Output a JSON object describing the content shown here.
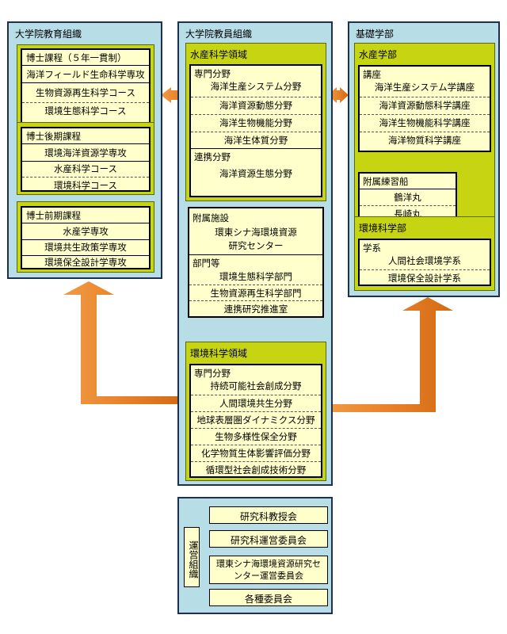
{
  "left": {
    "title": "大学院教育組織",
    "doctoral5": {
      "header": "博士課程（５年一貫制）",
      "major": "海洋フィールド生命科学専攻",
      "courses": [
        "生物資源再生科学コース",
        "環境生態科学コース"
      ]
    },
    "doctoral_late": {
      "header": "博士後期課程",
      "major": "環境海洋資源学専攻",
      "courses": [
        "水産科学コース",
        "環境科学コース"
      ]
    },
    "doctoral_early": {
      "header": "博士前期課程",
      "majors": [
        "水産学専攻",
        "環境共生政策学専攻",
        "環境保全設計学専攻"
      ]
    }
  },
  "center": {
    "title": "大学院教員組織",
    "fisheries": {
      "title": "水産科学領域",
      "specialty_label": "専門分野",
      "specialty_items": [
        "海洋生産システム分野",
        "海洋資源動態分野",
        "海洋生物機能分野",
        "海洋生体質分野"
      ],
      "collab_label": "連携分野",
      "collab_items": [
        "海洋資源生態分野"
      ]
    },
    "facilities": {
      "label": "附属施設",
      "center_name": "環東シナ海環境資源研究センター",
      "dept_label": "部門等",
      "dept_items": [
        "環境生態科学部門",
        "生物資源再生科学部門",
        "連携研究推進室"
      ]
    },
    "environment": {
      "title": "環境科学領域",
      "specialty_label": "専門分野",
      "specialty_items": [
        "持続可能社会創成分野",
        "人間環境共生分野",
        "地球表層圏ダイナミクス分野",
        "生物多様性保全分野",
        "化学物質生体影響評価分野",
        "循環型社会創成技術分野"
      ]
    }
  },
  "right": {
    "title": "基礎学部",
    "fisheries_faculty": {
      "title": "水産学部",
      "chair_label": "講座",
      "chairs": [
        "海洋生産システム学講座",
        "海洋資源動態科学講座",
        "海洋生物機能科学講座",
        "海洋物質科学講座"
      ],
      "ship_label": "附属練習船",
      "ships": [
        "鶴洋丸",
        "長崎丸"
      ]
    },
    "env_faculty": {
      "title": "環境科学部",
      "dept_label": "学系",
      "depts": [
        "人間社会環境学系",
        "環境保全設計学系"
      ]
    }
  },
  "management": {
    "label": "運営組織",
    "items": [
      "研究科教授会",
      "研究科運営委員会",
      "環東シナ海環境資源研究センター運営委員会",
      "各種委員会"
    ]
  },
  "colors": {
    "panel_bg": "#b7dde6",
    "panel_border": "#1e2f4f",
    "green": "#c6d412",
    "yellow": "#ffffcc",
    "arrow": "#e8822a"
  }
}
